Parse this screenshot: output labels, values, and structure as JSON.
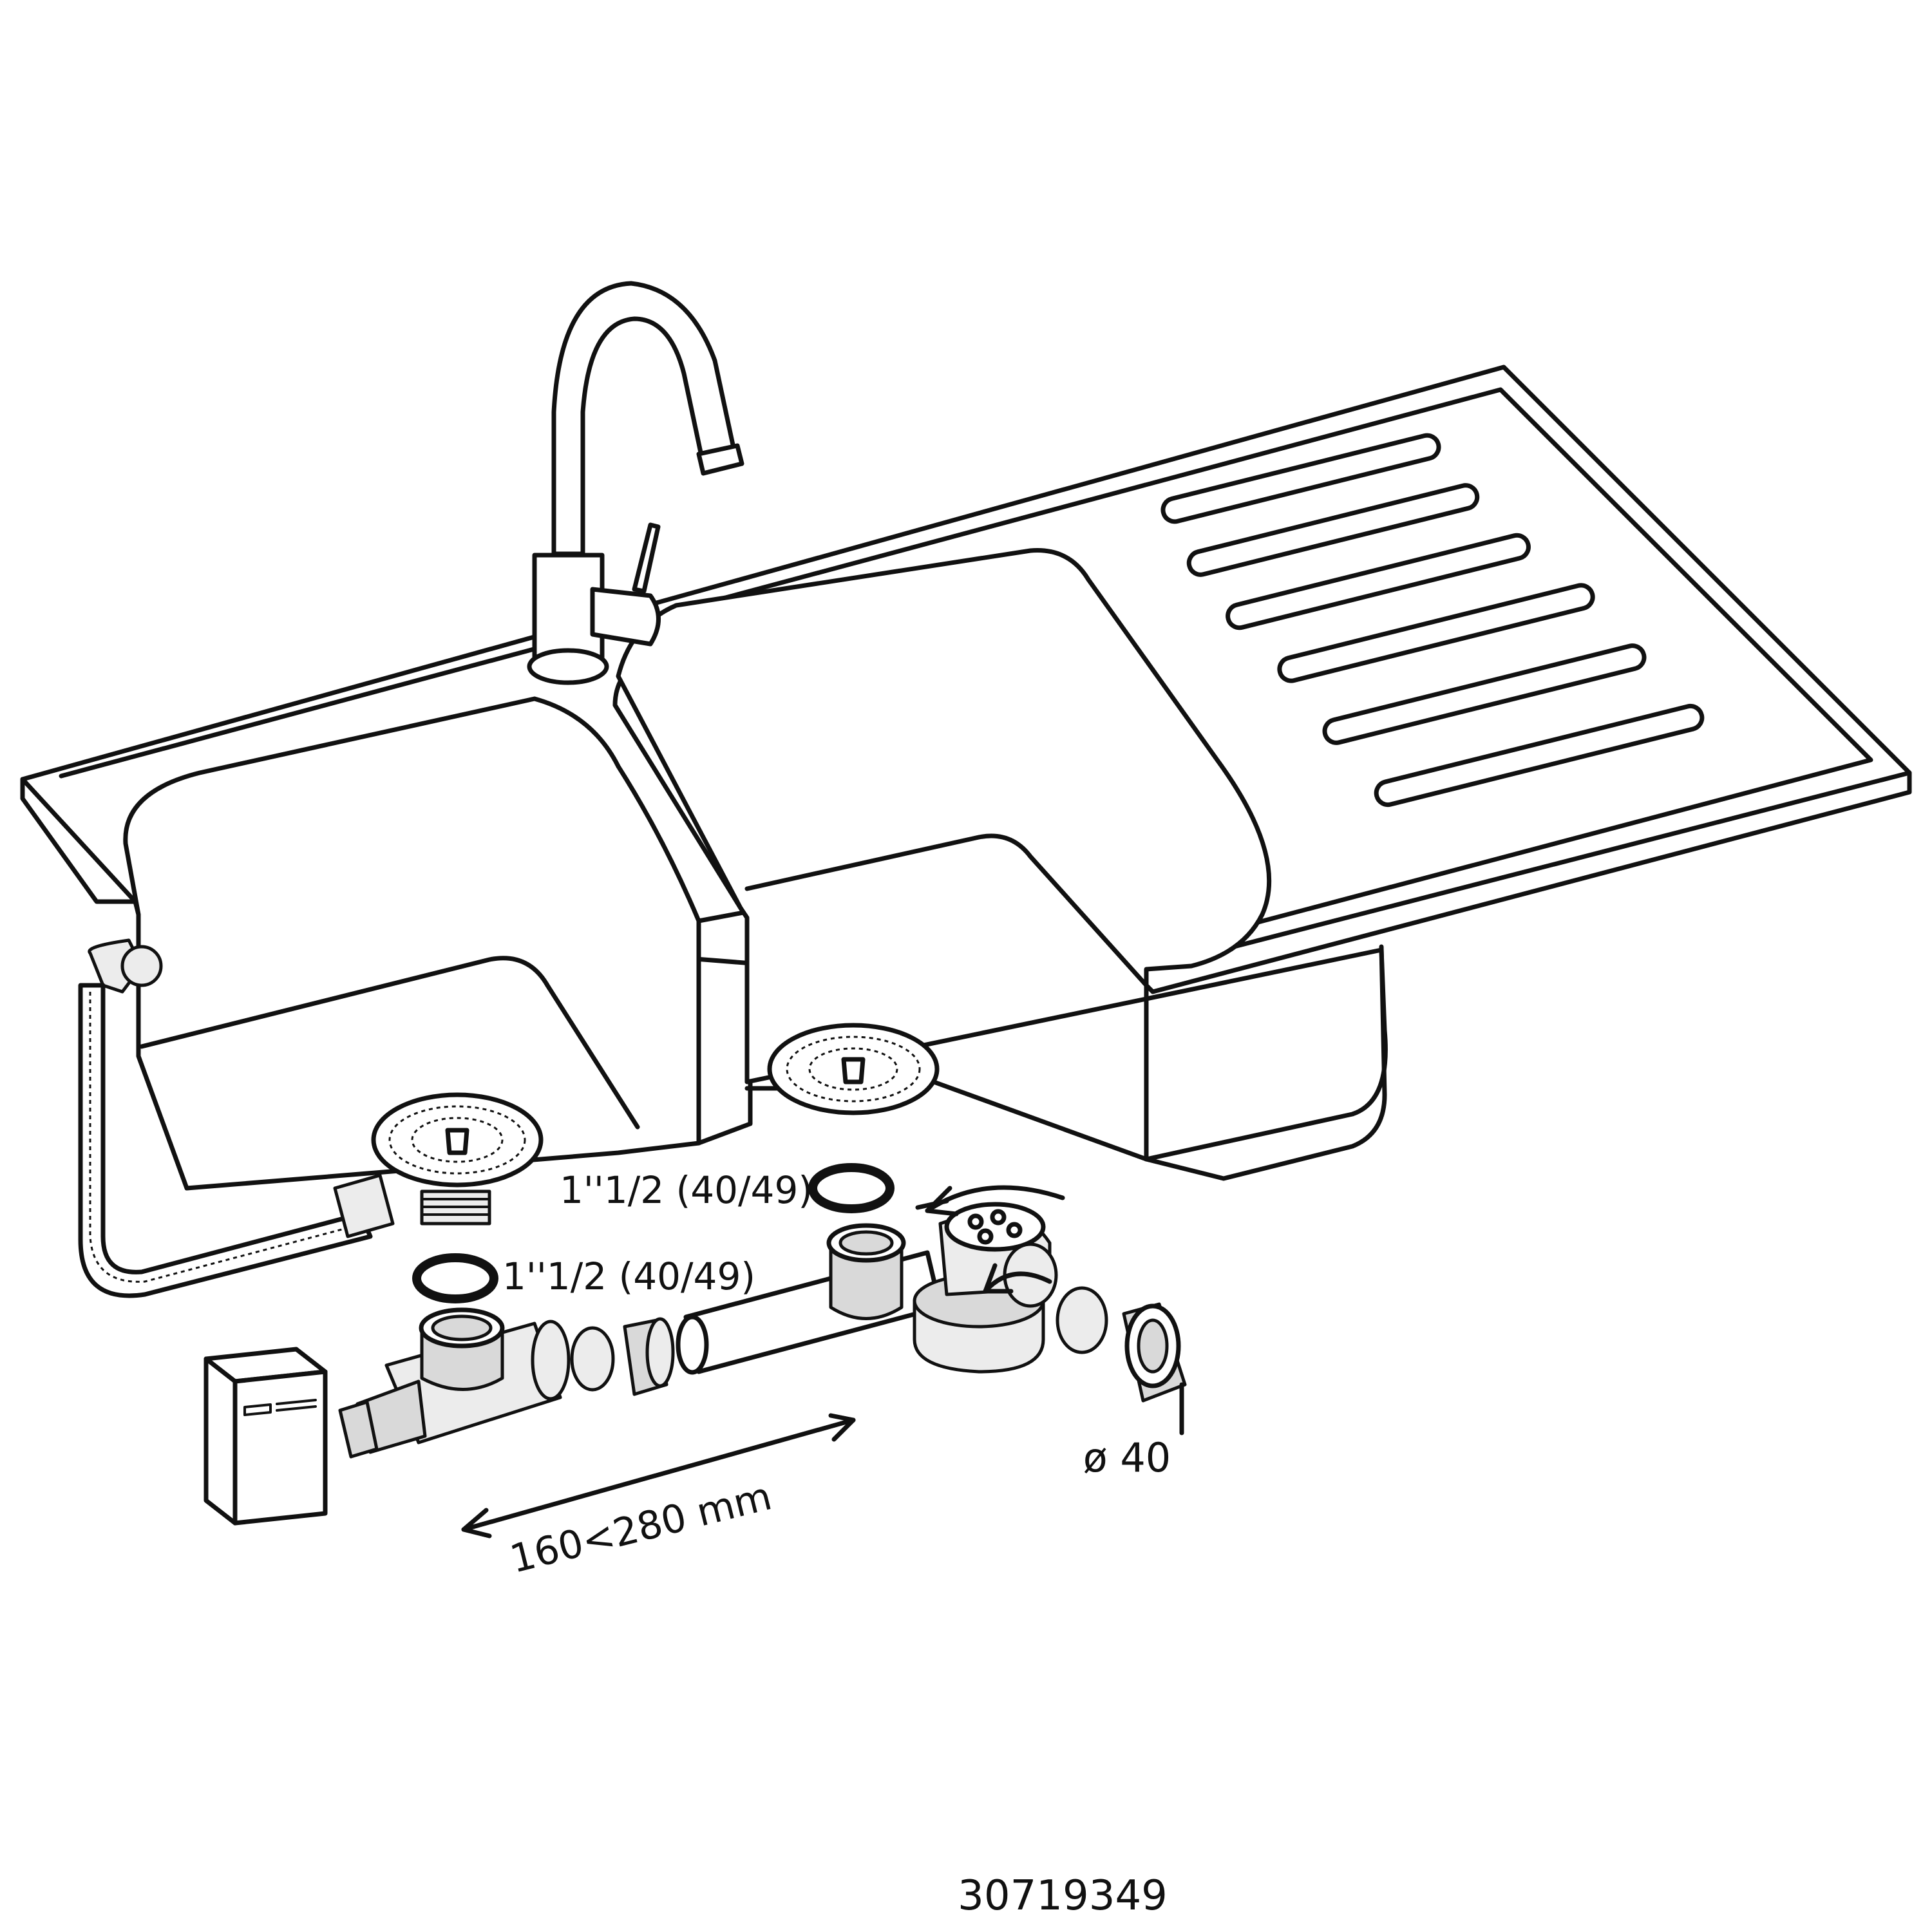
{
  "labels": {
    "seal_upper": "1''1/2 (40/49)",
    "seal_lower": "1''1/2 (40/49)",
    "length_range": "160<280 mm",
    "diameter": "ø 40",
    "reference": "30719349"
  },
  "icons": {
    "sink": "double-bowl-sink-with-drainer",
    "faucet": "gooseneck-mixer-tap",
    "washing_machine": "washing-machine-icon"
  }
}
